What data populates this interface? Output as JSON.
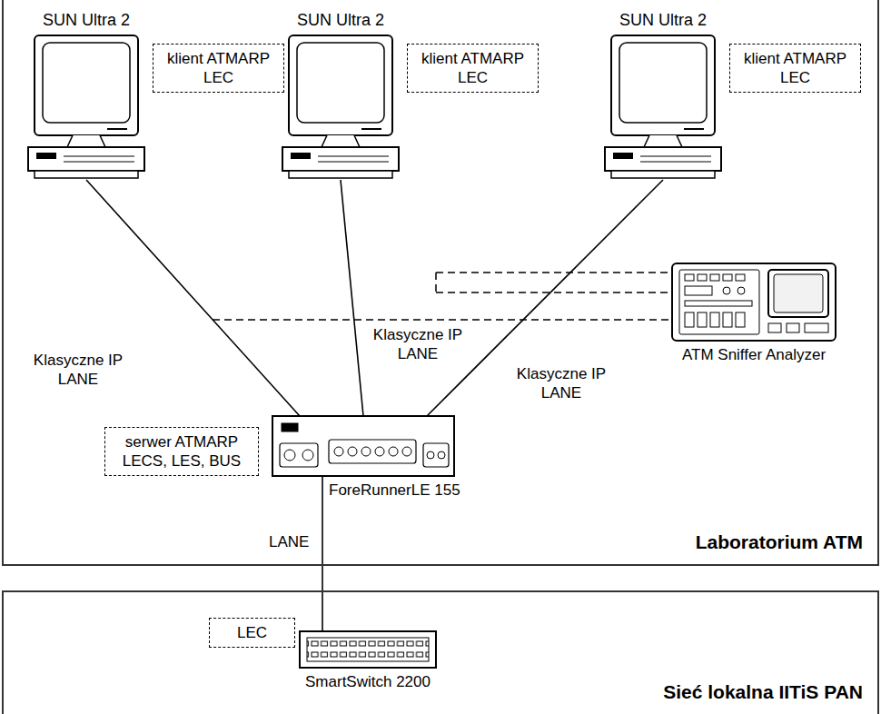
{
  "diagram": {
    "nodes": [
      {
        "text": [
          "Laboratorium ATM"
        ]
      },
      {
        "text": [
          "SUN Ultra 2"
        ],
        "in": 0
      },
      {
        "text": [
          "klient ATMARP LEC"
        ],
        "in": 0
      },
      {
        "text": [
          "SUN Ultra 2"
        ],
        "in": 0
      },
      {
        "text": [
          "klient ATMARP LEC"
        ],
        "in": 0
      },
      {
        "text": [
          "SUN Ultra 2"
        ],
        "in": 0
      },
      {
        "text": [
          "klient ATMARP LEC"
        ],
        "in": 0
      },
      {
        "text": [
          "ATM Sniffer Analyzer"
        ],
        "in": 0
      },
      {
        "text": [
          "serwer ATMARP LECS, LES, BUS"
        ],
        "in": 0
      },
      {
        "text": [
          "ForeRunnerLE 155"
        ],
        "in": 0
      },
      {
        "text": [
          "Sieć lokalna IITiS PAN"
        ]
      },
      {
        "text": [
          "LEC"
        ],
        "in": 10
      },
      {
        "text": [
          "SmartSwitch 2200"
        ],
        "in": 10
      }
    ],
    "edges": [
      {
        "from": 1,
        "to": 9,
        "arrow": "none",
        "label": "Klasyczne IP LANE"
      },
      {
        "from": 3,
        "to": 9,
        "arrow": "none",
        "label": "Klasyczne IP LANE"
      },
      {
        "from": 5,
        "to": 9,
        "arrow": "none",
        "label": "Klasyczne IP LANE"
      },
      {
        "from": 9,
        "to": 12,
        "arrow": "none",
        "label": "LANE"
      }
    ]
  }
}
